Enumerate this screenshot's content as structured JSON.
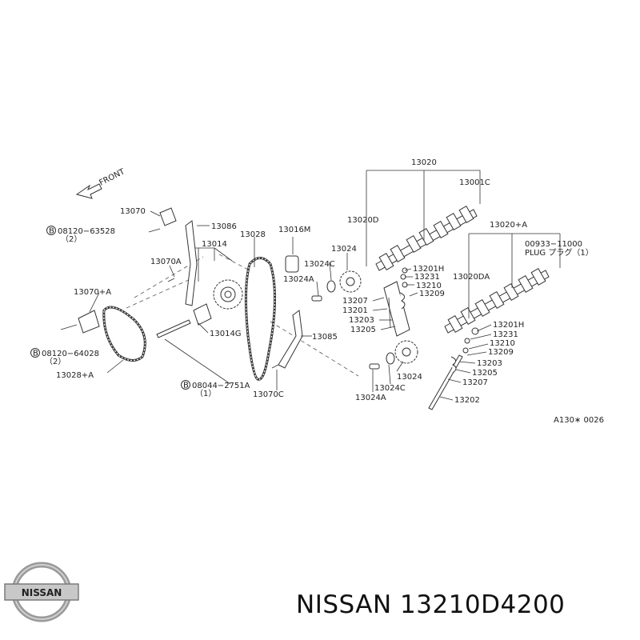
{
  "diagram": {
    "front_label": "FRONT",
    "ref_code": "A130∗ 0026",
    "labels": {
      "p13020": "13020",
      "p13001c": "13001C",
      "p13020d": "13020D",
      "p13020a": "13020+A",
      "p00933": "00933−11000",
      "plug": "PLUG プラグ（1）",
      "p13070": "13070",
      "b08120_63528": "08120−63528",
      "b08120_63528_q": "（2）",
      "p13086": "13086",
      "p13014": "13014",
      "p13028": "13028",
      "p13016m": "13016M",
      "p13024_top": "13024",
      "p13024c_top": "13024C",
      "p13024a_top": "13024A",
      "p13070a": "13070A",
      "p13070a2": "13070+A",
      "p13201h_top": "13201H",
      "p13231_top": "13231",
      "p13210_top": "13210",
      "p13209_top": "13209",
      "p13207_top": "13207",
      "p13201_top": "13201",
      "p13203_top": "13203",
      "p13205_top": "13205",
      "p13020da": "13020DA",
      "p13085": "13085",
      "p13014g": "13014G",
      "b08120_64028": "08120−64028",
      "b08120_64028_q": "（2）",
      "p13028a": "13028+A",
      "b08044": "08044−2751A",
      "b08044_q": "（1）",
      "p13070c": "13070C",
      "p13024_bot": "13024",
      "p13024c_bot": "13024C",
      "p13024a_bot": "13024A",
      "p13201h_bot": "13201H",
      "p13231_bot": "13231",
      "p13210_bot": "13210",
      "p13209_bot": "13209",
      "p13203_bot": "13203",
      "p13205_bot": "13205",
      "p13207_bot": "13207",
      "p13202": "13202",
      "bolt_b": "B"
    }
  },
  "logo": {
    "text": "NISSAN"
  },
  "footer": {
    "brand": "NISSAN",
    "part_number": "13210D4200"
  }
}
